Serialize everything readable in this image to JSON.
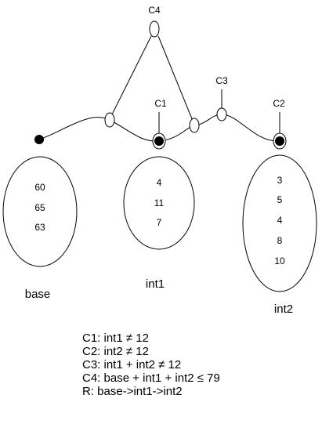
{
  "labels": {
    "c1": "C1",
    "c2": "C2",
    "c3": "C3",
    "c4": "C4"
  },
  "sets": [
    {
      "name": "base",
      "values": [
        "60",
        "65",
        "63"
      ]
    },
    {
      "name": "int1",
      "values": [
        "4",
        "11",
        "7"
      ]
    },
    {
      "name": "int2",
      "values": [
        "3",
        "5",
        "4",
        "8",
        "10"
      ]
    }
  ],
  "constraints": [
    "C1: int1 ≠ 12",
    "C2: int2 ≠ 12",
    "C3: int1 + int2 ≠ 12",
    "C4: base + int1 + int2 ≤ 79",
    "R: base->int1->int2"
  ]
}
